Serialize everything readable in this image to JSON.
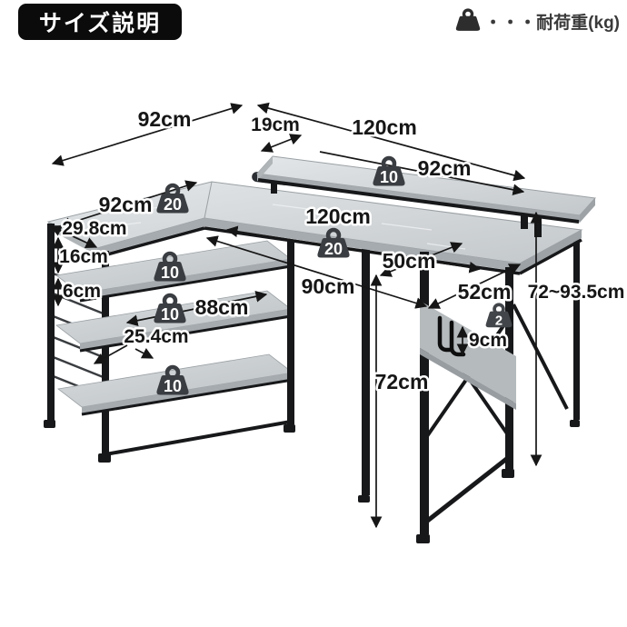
{
  "header": {
    "title": "サイズ説明"
  },
  "legend": {
    "icon": "weight-icon",
    "label": "・・・耐荷重(kg)"
  },
  "diagram": {
    "unit": "cm",
    "dimensions": {
      "wing_top": "92cm",
      "shelf_depth": "19cm",
      "monitor_shelf_width": "120cm",
      "monitor_shelf_main_width": "92cm",
      "wing_length": "92cm",
      "wing_depth": "29.8cm",
      "desk_shelf_gap": "16cm",
      "shelf_pitch": "6cm",
      "desk_width": "120cm",
      "desk_depth": "50cm",
      "knee_space": "90cm",
      "shelf_width": "88cm",
      "shelf_board_depth": "25.4cm",
      "right_side_depth": "52cm",
      "total_height": "72~93.5cm",
      "pocket_height": "9cm",
      "desk_height": "72cm"
    },
    "load_capacity": {
      "wing_top": "20",
      "desk_top": "20",
      "monitor_shelf": "10",
      "shelf_1": "10",
      "shelf_2": "10",
      "shelf_3": "10",
      "side_pocket": "2"
    }
  },
  "colors": {
    "title_bg": "#0b0b0b",
    "title_text": "#ffffff",
    "frame": "#17181a",
    "surface": "#d6dadd",
    "badge": "#3a3d41",
    "label": "#161616"
  }
}
